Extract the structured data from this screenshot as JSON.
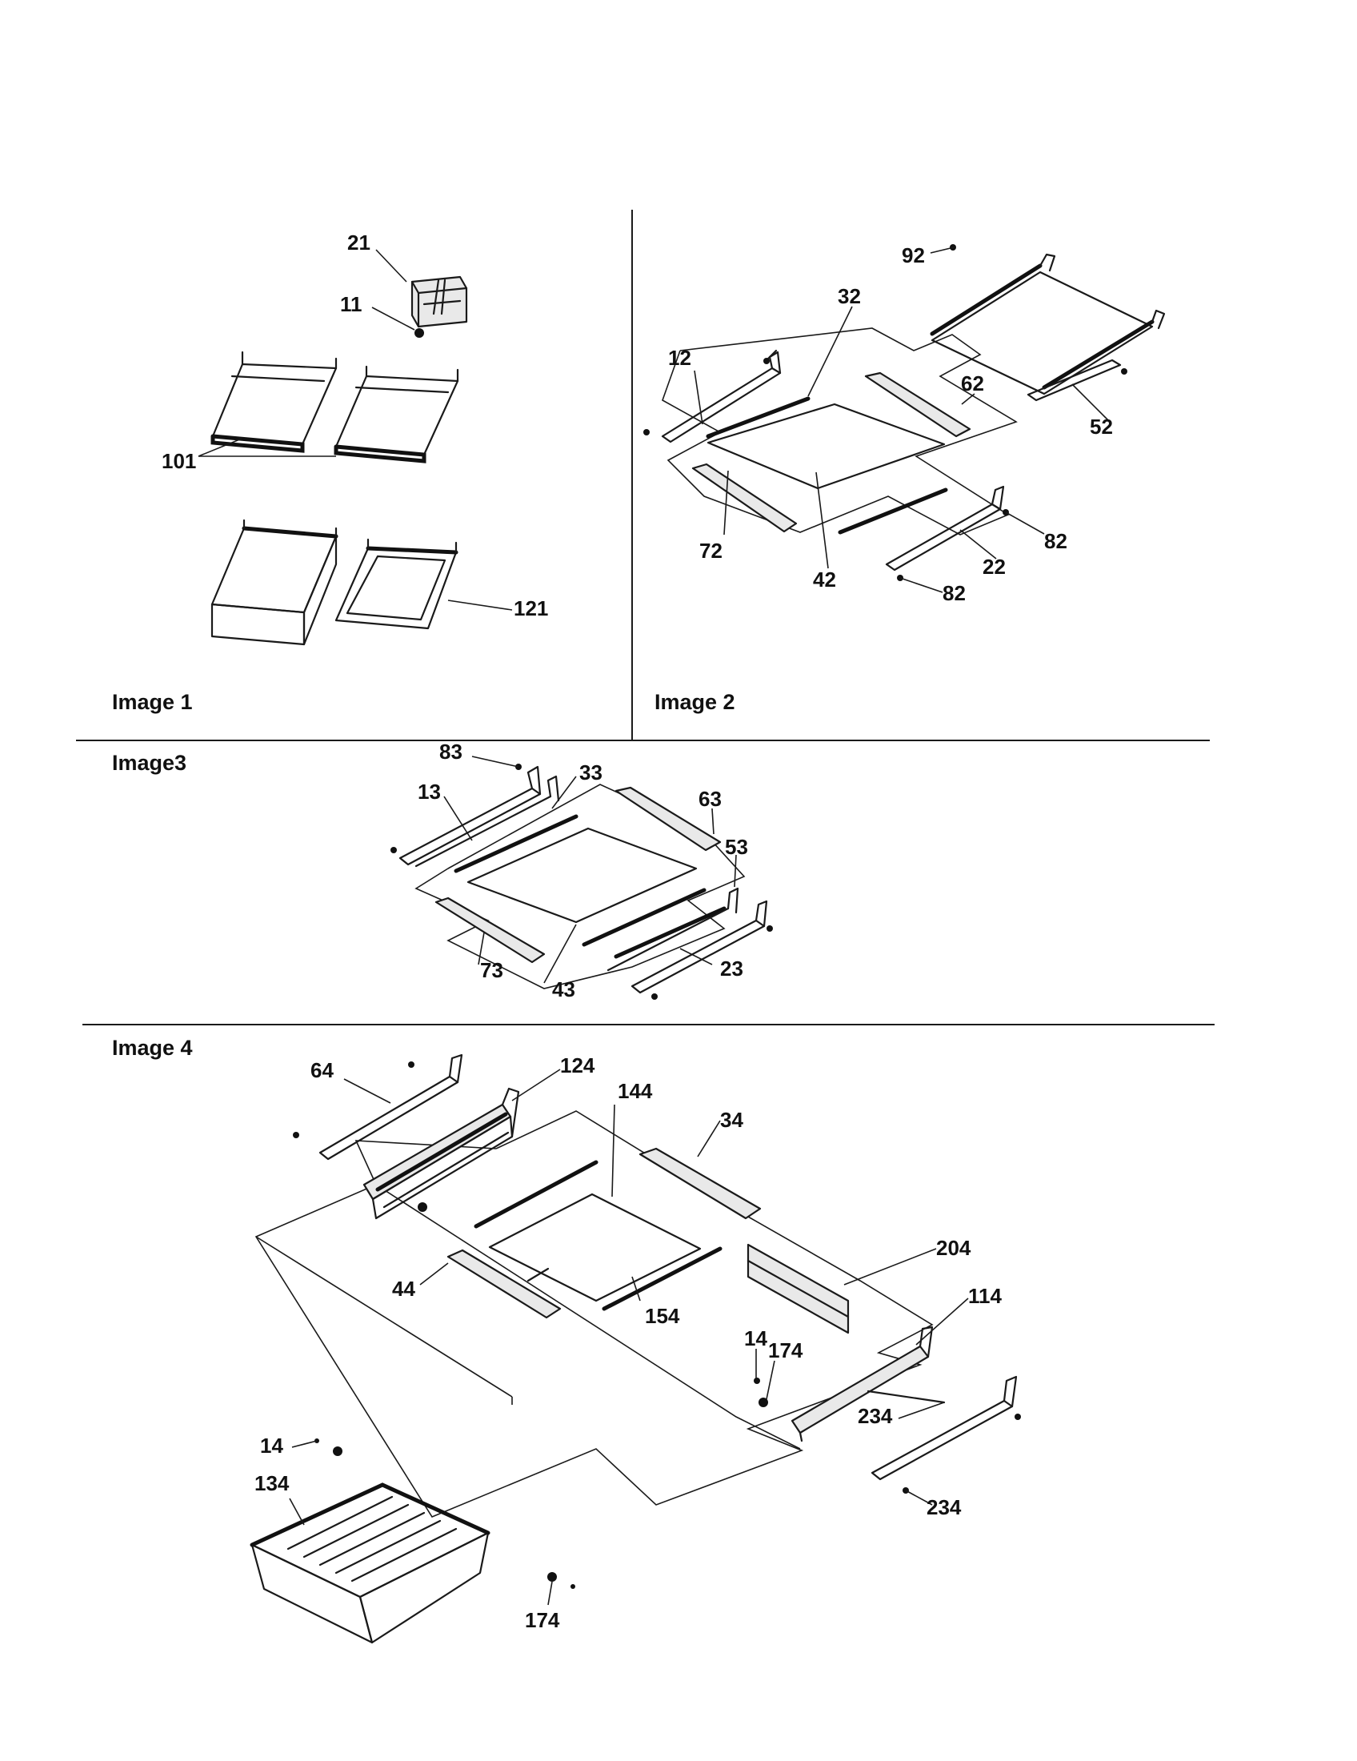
{
  "panels": [
    {
      "caption": "Image 1"
    },
    {
      "caption": "Image 2"
    },
    {
      "caption": "Image3"
    },
    {
      "caption": "Image 4"
    }
  ],
  "callouts": {
    "p1": [
      "21",
      "11",
      "101",
      "121"
    ],
    "p2": [
      "92",
      "32",
      "12",
      "62",
      "52",
      "82",
      "72",
      "42",
      "22",
      "82"
    ],
    "p3": [
      "83",
      "33",
      "13",
      "63",
      "53",
      "73",
      "43",
      "23"
    ],
    "p4": [
      "64",
      "124",
      "144",
      "34",
      "204",
      "114",
      "44",
      "154",
      "14",
      "174",
      "234",
      "14",
      "134",
      "234",
      "174"
    ]
  }
}
